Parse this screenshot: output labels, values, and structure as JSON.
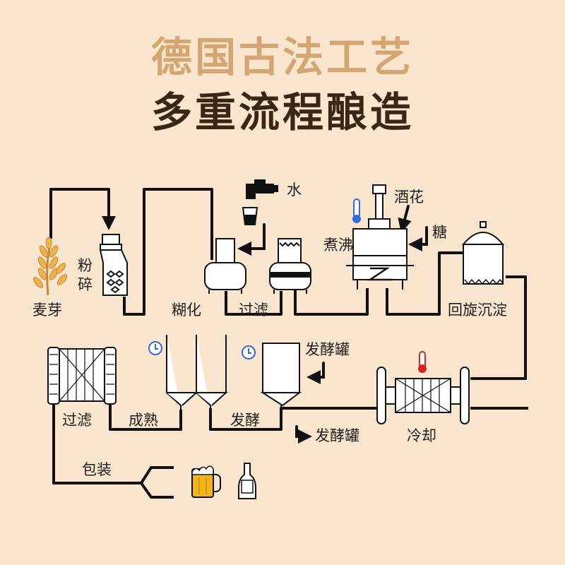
{
  "title": {
    "line1": "德国古法工艺",
    "line2": "多重流程酿造"
  },
  "labels": {
    "water": "水",
    "hops": "酒花",
    "sugar": "糖",
    "boil": "煮沸",
    "mill_1": "粉",
    "mill_2": "碎",
    "malt": "麦芽",
    "mash": "糊化",
    "lauter": "过滤",
    "whirlpool": "回旋沉淀",
    "fermenter_top": "发酵罐",
    "cool": "冷却",
    "fermenter_out": "发酵罐",
    "ferment": "发酵",
    "mature": "成熟",
    "filter": "过滤",
    "package": "包装"
  },
  "colors": {
    "background": "#fae6cf",
    "title_light": "#d4a672",
    "title_dark": "#3b2614",
    "pipe": "#111111",
    "thermo_cold": "#2f6bd9",
    "thermo_hot": "#d9231f",
    "beer": "#f3b51c"
  }
}
